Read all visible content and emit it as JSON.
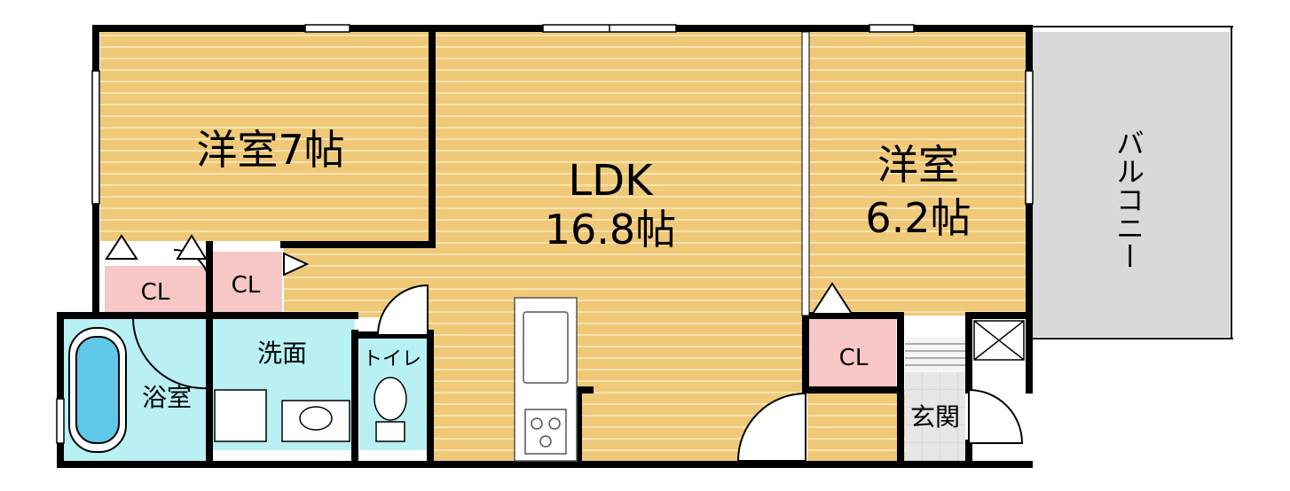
{
  "rooms": {
    "western_room_left": {
      "name": "洋室7帖"
    },
    "ldk": {
      "name": "LDK",
      "size": "16.8帖"
    },
    "western_room_right": {
      "name": "洋室",
      "size": "6.2帖"
    },
    "balcony": {
      "name": "バルコニー"
    },
    "closet_1": {
      "name": "CL"
    },
    "closet_2": {
      "name": "CL"
    },
    "closet_3": {
      "name": "CL"
    },
    "washroom": {
      "name": "洗面"
    },
    "bathroom": {
      "name": "浴室"
    },
    "toilet": {
      "name": "トイレ"
    },
    "entrance": {
      "name": "玄関"
    }
  },
  "colors": {
    "wood_floor": "#efc978",
    "wood_stripe": "#f8e3b0",
    "closet": "#f7c6c6",
    "wet_area": "#b8f0f4",
    "balcony": "#d8d8d8",
    "entrance_tile": "#e6e6e6",
    "wall": "#000000"
  }
}
